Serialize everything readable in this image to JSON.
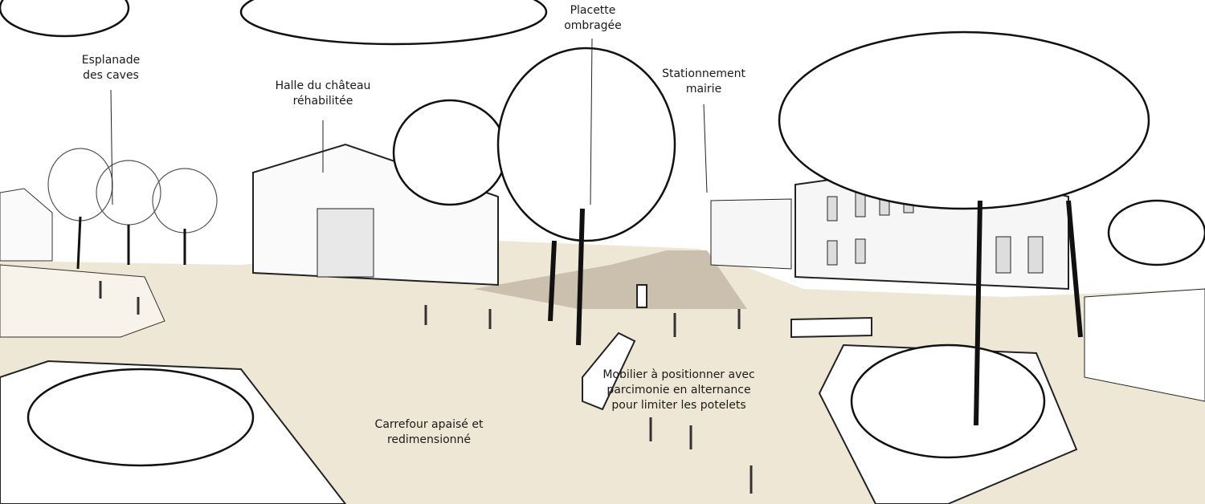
{
  "labels": {
    "esplanade": [
      "Esplanade",
      "des caves"
    ],
    "halle": [
      "Halle du château",
      "réhabilitée"
    ],
    "placette": [
      "Placette",
      "ombragée"
    ],
    "stationnement": [
      "Stationnement",
      "mairie"
    ],
    "mobilier": [
      "Mobilier à positionner avec",
      "parcimonie en alternance",
      "pour limiter les potelets"
    ],
    "carrefour": [
      "Carrefour apaisé et",
      "redimensionné"
    ]
  },
  "colors": {
    "ground": "#efe7d6",
    "plaza": "#cbbfae",
    "ink": "#1a1a1a",
    "sky": "#ffffff"
  }
}
